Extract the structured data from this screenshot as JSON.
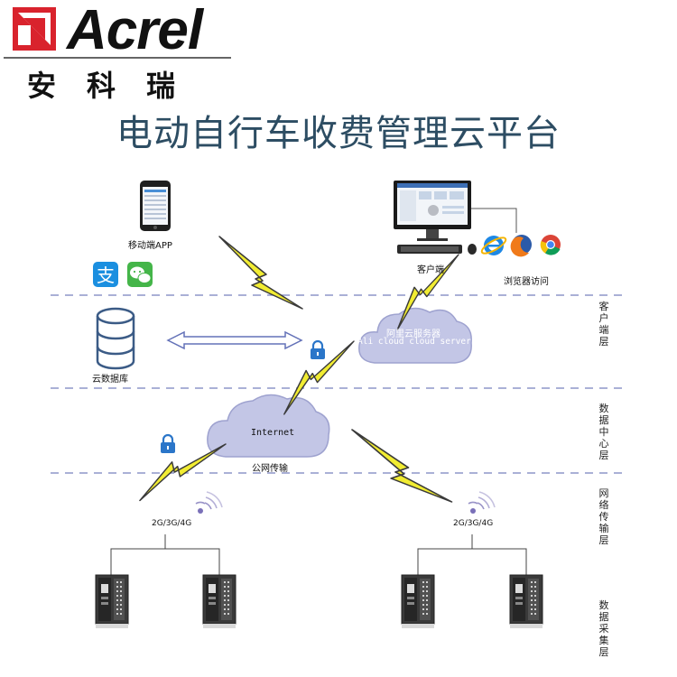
{
  "brand": {
    "name": "Acrel",
    "name_cn": "安科瑞"
  },
  "title": "电动自行车收费管理云平台",
  "nodes": {
    "mobile_app": "移动端APP",
    "client": "客户端",
    "browser_access": "浏览器访问",
    "cloud_server_cn": "阿里云服务器",
    "cloud_server_en": "Ali cloud  cloud server",
    "cloud_db": "云数据库",
    "internet": "Internet",
    "public_network": "公网传输",
    "network_left": "2G/3G/4G",
    "network_right": "2G/3G/4G"
  },
  "layers": {
    "client": "客户端层",
    "data_center": "数据中心层",
    "network": "网络传输层",
    "data_collection": "数据采集层"
  },
  "icons": {
    "logo": "acrel-logo-icon",
    "phone": "smartphone-icon",
    "alipay": "alipay-icon",
    "wechat": "wechat-icon",
    "monitor": "computer-monitor-icon",
    "ie": "internet-explorer-icon",
    "firefox": "firefox-icon",
    "chrome": "chrome-icon",
    "database": "database-icon",
    "lock": "lock-icon",
    "lightning": "lightning-icon",
    "signal": "wireless-signal-icon",
    "device": "charging-station-device-icon"
  },
  "colors": {
    "logo_red": "#d9232d",
    "title": "#2d4d63",
    "cloud_fill": "#c3c6e6",
    "cloud_stroke": "#9ea2cf",
    "divider": "#8d95c8",
    "lightning": "#f1ec32",
    "lock": "#2b76c9"
  }
}
